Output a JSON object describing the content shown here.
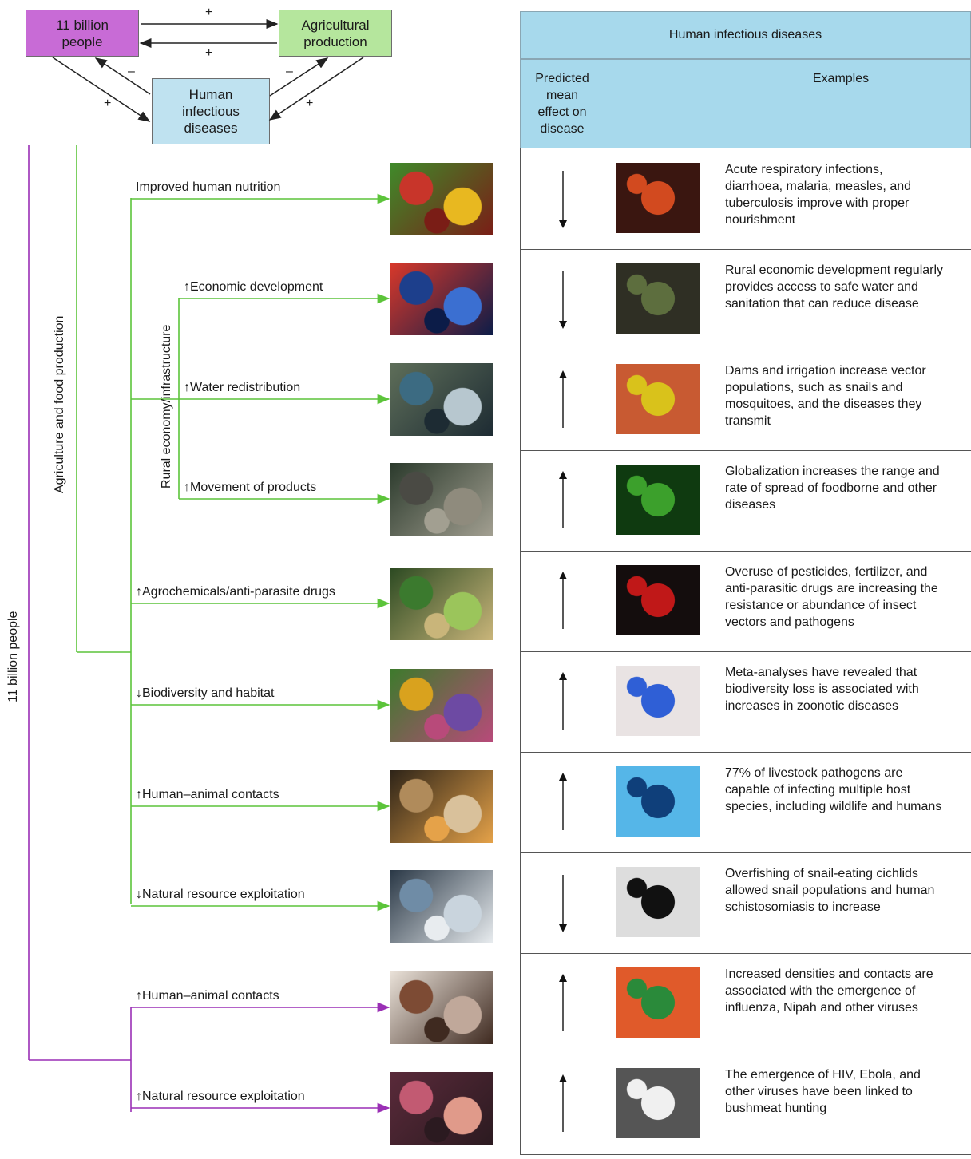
{
  "loop": {
    "people": "11 billion\npeople",
    "agri": "Agricultural\nproduction",
    "disease": "Human\ninfectious\ndiseases",
    "signs": {
      "top1": "+",
      "top2": "+",
      "minus1": "–",
      "minus2": "–",
      "plus_left": "+",
      "plus_right": "+"
    }
  },
  "axes": {
    "people_branch": "11 billion people",
    "agri_branch": "Agriculture and food production",
    "rural_branch": "Rural economy/infrastructure"
  },
  "pathways": [
    {
      "label": "Improved human nutrition",
      "direction": "none",
      "branch": "agri",
      "photo": "vegetables-photo"
    },
    {
      "label": "Economic development",
      "direction": "up",
      "branch": "rural",
      "photo": "economic-chart-photo"
    },
    {
      "label": "Water redistribution",
      "direction": "up",
      "branch": "rural",
      "photo": "dam-photo"
    },
    {
      "label": "Movement of products",
      "direction": "up",
      "branch": "rural",
      "photo": "highway-interchange-photo"
    },
    {
      "label": "Agrochemicals/anti-parasite drugs",
      "direction": "up",
      "branch": "agri",
      "photo": "tractor-spraying-photo"
    },
    {
      "label": "Biodiversity and habitat",
      "direction": "down",
      "branch": "agri",
      "photo": "wildflowers-photo"
    },
    {
      "label": "Human–animal contacts",
      "direction": "up",
      "branch": "agri",
      "photo": "sheep-flock-photo"
    },
    {
      "label": "Natural resource exploitation",
      "direction": "down",
      "branch": "agri",
      "photo": "fish-catch-photo"
    },
    {
      "label": "Human–animal contacts",
      "direction": "up",
      "branch": "people",
      "photo": "poultry-farm-photo"
    },
    {
      "label": "Natural resource exploitation",
      "direction": "up",
      "branch": "people",
      "photo": "bow-hunter-photo"
    }
  ],
  "table": {
    "title": "Human infectious diseases",
    "col_effect": "Predicted\nmean\neffect on\ndisease",
    "col_examples": "Examples",
    "rows": [
      {
        "effect": "down",
        "image": "bacteria-image",
        "text": "Acute respiratory infections,\ndiarrhoea, malaria, measles, and\ntuberculosis improve with proper\nnourishment"
      },
      {
        "effect": "down",
        "image": "water-pump-image",
        "text": "Rural economic development regularly\nprovides access to safe water and\nsanitation that can reduce disease"
      },
      {
        "effect": "up",
        "image": "mosquito-image",
        "text": "Dams and irrigation increase vector\npopulations, such as snails and\nmosquitoes, and the diseases they\ntransmit"
      },
      {
        "effect": "up",
        "image": "green-virus-image",
        "text": "Globalization increases the range and\nrate of spread of foodborne and other\ndiseases"
      },
      {
        "effect": "up",
        "image": "dna-cross-image",
        "text": "Overuse of pesticides, fertilizer, and\nanti-parasitic drugs are increasing the\nresistance or abundance of insect\nvectors and pathogens"
      },
      {
        "effect": "up",
        "image": "network-image",
        "text": "Meta-analyses have revealed that\nbiodiversity loss is associated with\nincreases in zoonotic diseases"
      },
      {
        "effect": "up",
        "image": "blue-virus-image",
        "text": "77% of livestock pathogens are\ncapable of infecting multiple host\nspecies, including wildlife and humans"
      },
      {
        "effect": "down",
        "image": "schistosome-image",
        "text": "Overfishing of snail-eating cichlids\nallowed snail populations and human\nschistosomiasis to increase"
      },
      {
        "effect": "up",
        "image": "influenza-virion-image",
        "text": "Increased densities and contacts are\nassociated with the emergence of\ninfluenza, Nipah and other viruses"
      },
      {
        "effect": "up",
        "image": "ebola-filament-image",
        "text": "The emergence of HIV, Ebola, and\nother viruses have been linked to\nbushmeat hunting"
      }
    ]
  },
  "colors": {
    "people": "#c86bd6",
    "agri": "#b5e69d",
    "disease": "#bfe2f0",
    "green_line": "#5cc43a",
    "purple_line": "#9a2fb5",
    "table_header": "#a7d9ec"
  }
}
